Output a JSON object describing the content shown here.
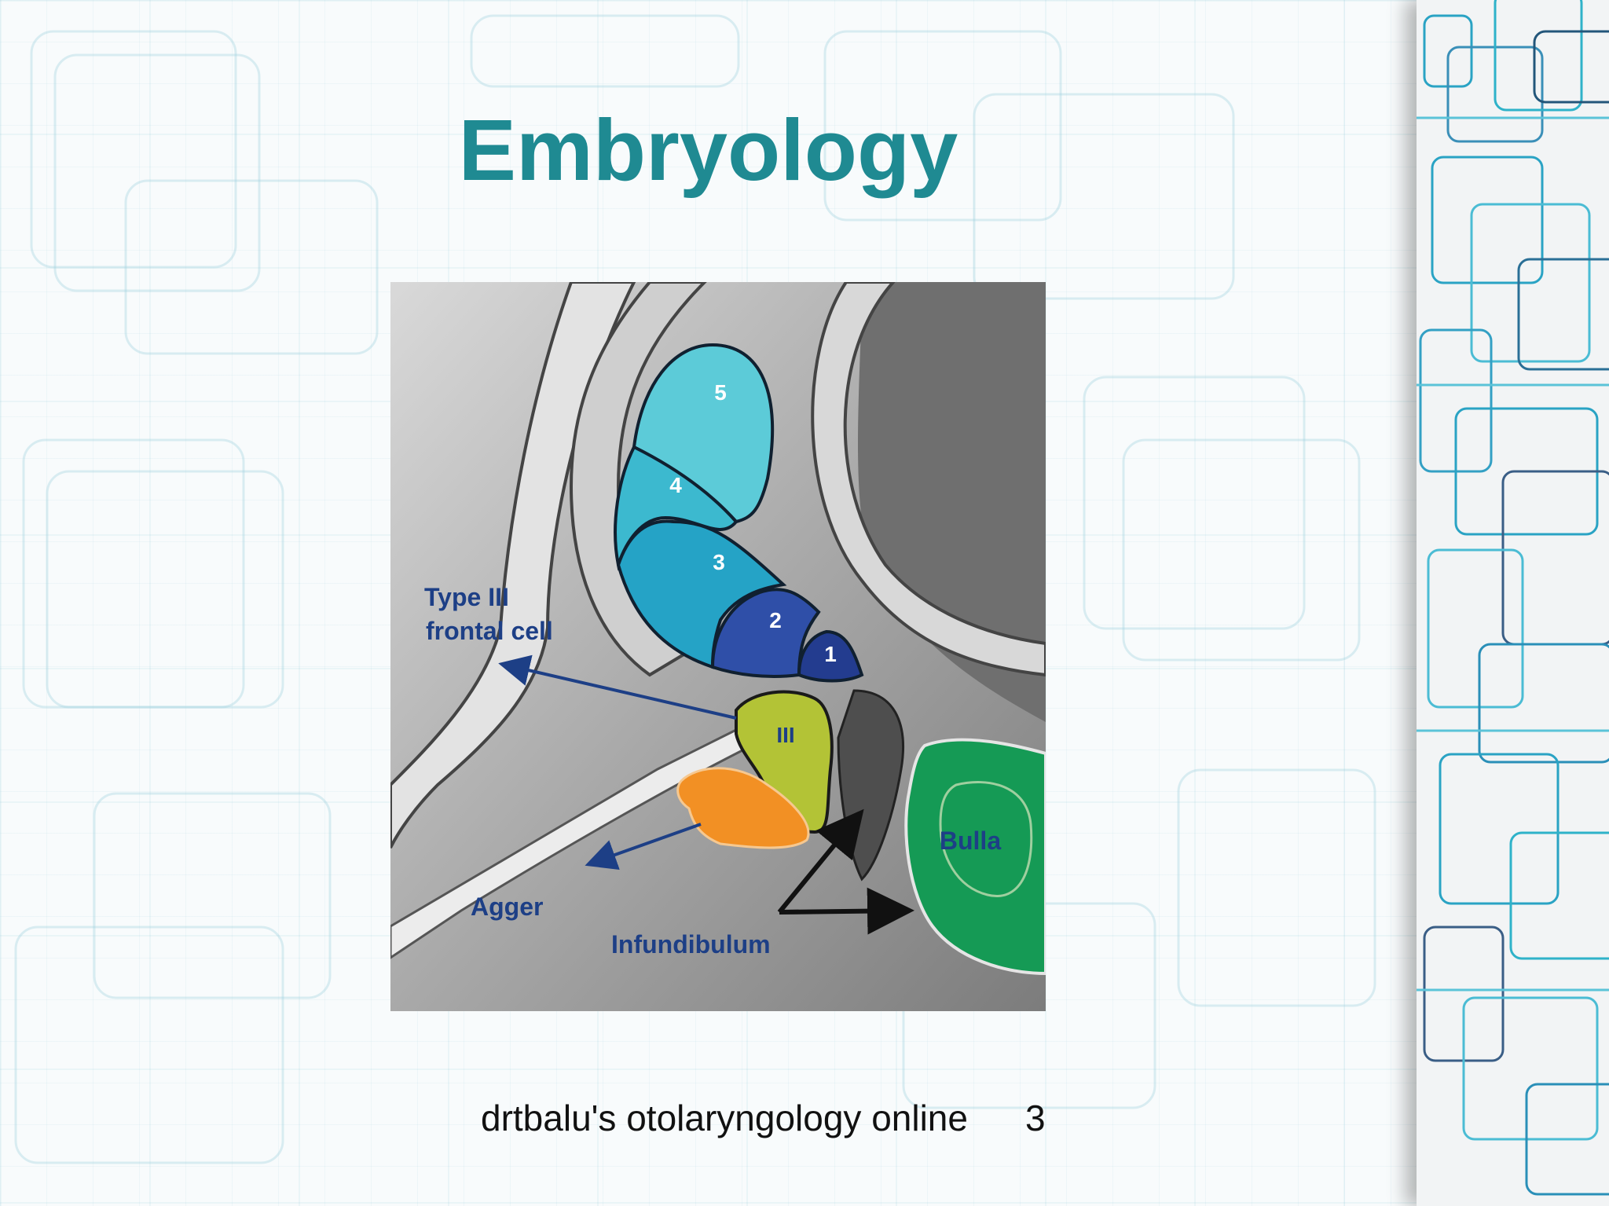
{
  "slide": {
    "title": "Embryology",
    "footer": "drtbalu's otolaryngology online",
    "page_number": "3"
  },
  "figure": {
    "cell_numbers": [
      "5",
      "4",
      "3",
      "2",
      "1"
    ],
    "labels": {
      "type3_line1": "Type III",
      "type3_line2": "frontal cell",
      "iii": "III",
      "bulla": "Bulla",
      "agger": "Agger",
      "infundibulum": "Infundibulum"
    },
    "colors": {
      "cell5": "#5ccbd8",
      "cell4": "#3cb9cf",
      "cell3": "#25a3c6",
      "cell2": "#2f4fa8",
      "cell1": "#233c8f",
      "type3_cell": "#b3c336",
      "agger_cell": "#f29024",
      "bulla": "#159a55",
      "label_blue": "#1d3f86",
      "title": "#1f8a92"
    }
  }
}
